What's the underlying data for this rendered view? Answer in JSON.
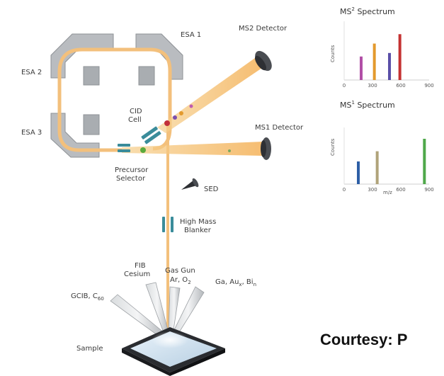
{
  "labels": {
    "esa1": "ESA 1",
    "esa2": "ESA 2",
    "esa3": "ESA 3",
    "ms2_detector": "MS2 Detector",
    "ms1_detector": "MS1 Detector",
    "cid_cell_line1": "CID",
    "cid_cell_line2": "Cell",
    "precursor_line1": "Precursor",
    "precursor_line2": "Selector",
    "sed": "SED",
    "blanker_line1": "High Mass",
    "blanker_line2": "Blanker",
    "fib_line1": "FIB",
    "fib_line2": "Cesium",
    "gasgun_line1": "Gas Gun",
    "gasgun_line2": "Ar, O",
    "gasgun_sub": "2",
    "ga_text": "Ga, Au",
    "ga_sub1": "x",
    "ga_comma": ", Bi",
    "ga_sub2": "n",
    "gcib_text": "GCIB, C",
    "gcib_sub": "60",
    "sample": "Sample"
  },
  "courtesy": "Courtesy: P",
  "colors": {
    "beam": "#f5c77e",
    "ring": "#f3c07c",
    "esa": "#b9bcc0",
    "lens": "#3a8c9a",
    "green_particle": "#5aaa3c",
    "red_particle": "#c2303a"
  },
  "chart_data": [
    {
      "type": "bar",
      "title": "MS",
      "title_sup": "2",
      "title_rest": " Spectrum",
      "ylabel": "Counts",
      "xlabel": "",
      "xlim": [
        0,
        900
      ],
      "xticks": [
        "0",
        "300",
        "600",
        "900"
      ],
      "bars": [
        {
          "x": 180,
          "value": 0.4,
          "color": "#b14fa6"
        },
        {
          "x": 320,
          "value": 0.62,
          "color": "#e39a2e"
        },
        {
          "x": 480,
          "value": 0.46,
          "color": "#5a4fa8"
        },
        {
          "x": 590,
          "value": 0.78,
          "color": "#c43232"
        }
      ]
    },
    {
      "type": "bar",
      "title": "MS",
      "title_sup": "1",
      "title_rest": " Spectrum",
      "ylabel": "Counts",
      "xlabel": "m/z",
      "xlim": [
        0,
        900
      ],
      "xticks": [
        "0",
        "300",
        "600",
        "900"
      ],
      "bars": [
        {
          "x": 150,
          "value": 0.4,
          "color": "#2e5fa6"
        },
        {
          "x": 350,
          "value": 0.58,
          "color": "#b0a37a"
        },
        {
          "x": 850,
          "value": 0.8,
          "color": "#4fa84a"
        }
      ]
    }
  ]
}
